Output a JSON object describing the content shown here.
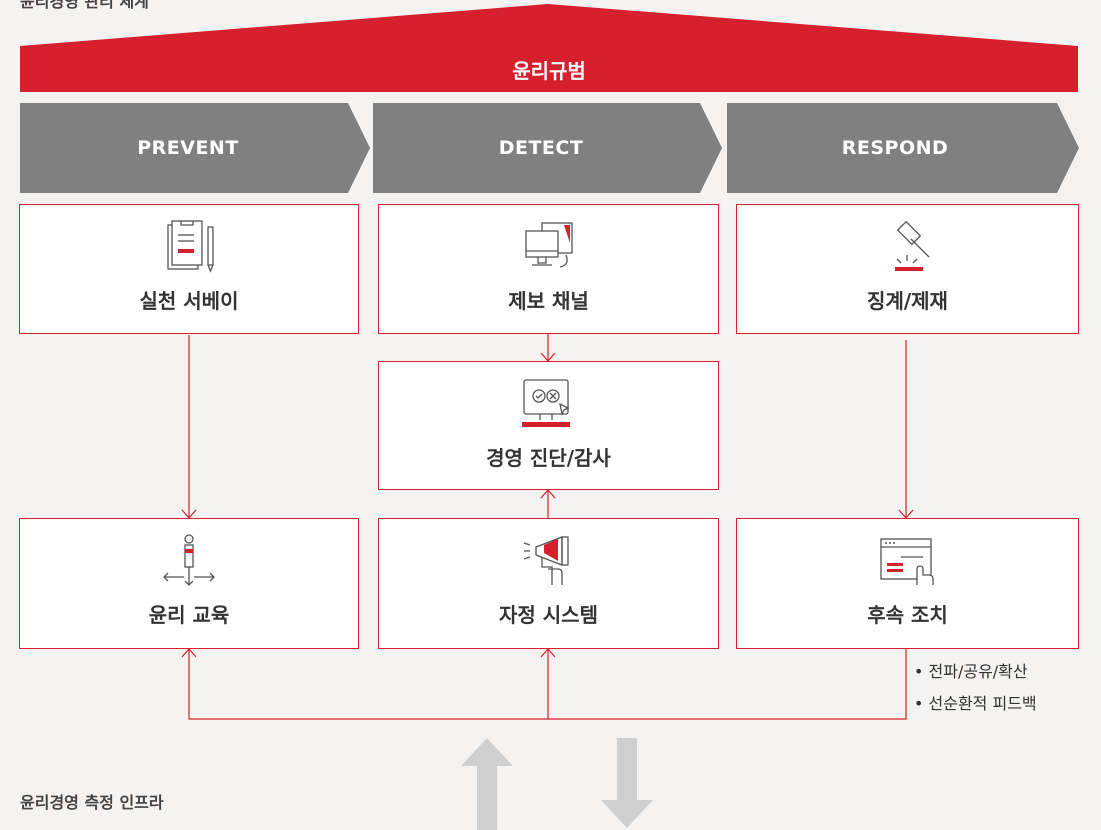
{
  "header": {
    "title": "윤리경영 관리 체계"
  },
  "roof": {
    "label": "윤리규범"
  },
  "phases": [
    {
      "label": "PREVENT"
    },
    {
      "label": "DETECT"
    },
    {
      "label": "RESPOND"
    }
  ],
  "boxes": {
    "survey": "실천 서베이",
    "report": "제보 채널",
    "discipline": "징계/제재",
    "audit": "경영 진단/감사",
    "education": "윤리 교육",
    "self_system": "자정 시스템",
    "followup": "후속 조치"
  },
  "notes": [
    "• 전파/공유/확산",
    "• 선순환적 피드백"
  ],
  "footer": {
    "title": "윤리경영 측정 인프라"
  },
  "colors": {
    "accent": "#d6202e",
    "gray": "#808080",
    "light_arrow": "#cfcfcf",
    "background": "#f5f3f1"
  },
  "icons": {
    "survey": "clipboard-pencil-icon",
    "report": "computer-monitors-icon",
    "discipline": "gavel-icon",
    "audit": "diagnosis-screen-icon",
    "education": "person-directions-icon",
    "self_system": "megaphone-hand-icon",
    "followup": "browser-cursor-icon"
  }
}
